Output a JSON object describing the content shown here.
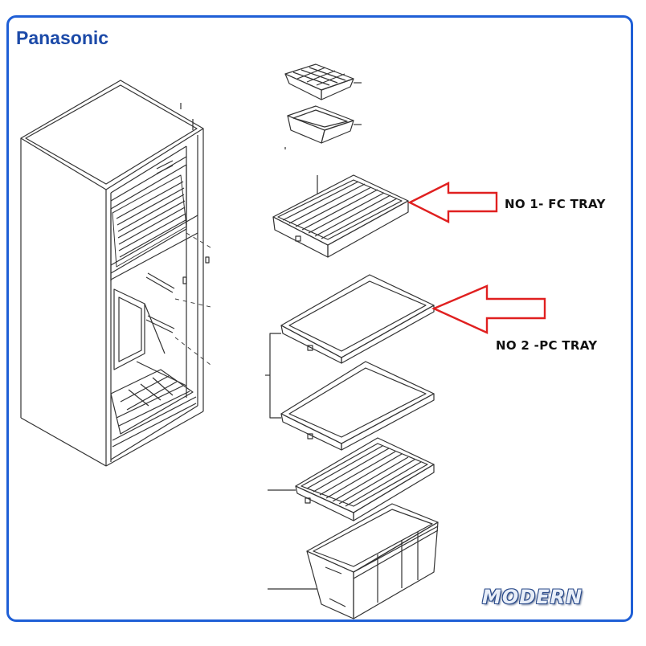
{
  "brand": {
    "name": "Panasonic"
  },
  "callouts": [
    {
      "label": "NO 1- FC TRAY"
    },
    {
      "label": "NO 2 -PC TRAY"
    }
  ],
  "watermark": {
    "text": "MODERN"
  },
  "colors": {
    "frame": "#1f5fd6",
    "brand": "#1c4aa8",
    "arrow": "#e02020",
    "line": "#333333"
  }
}
